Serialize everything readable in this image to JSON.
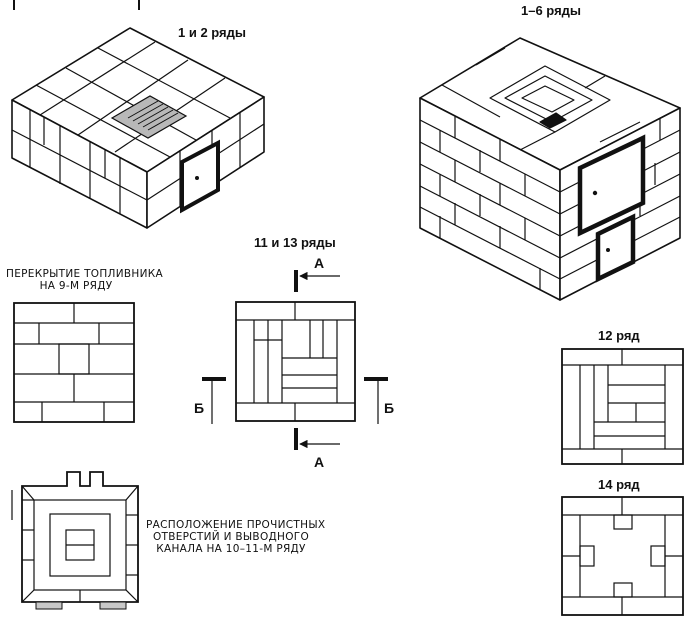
{
  "labels": {
    "rows_1_2": "1 и 2 ряды",
    "rows_1_6": "1–6 ряды",
    "rows_11_13": "11 и 13 ряды",
    "row_12": "12 ряд",
    "row_14": "14 ряд",
    "firebox_line1": "ПЕРЕКРЫТИЕ ТОПЛИВНИКА",
    "firebox_line2": "НА 9-М РЯДУ",
    "cleanout_line1": "РАСПОЛОЖЕНИЕ ПРОЧИСТНЫХ",
    "cleanout_line2": "ОТВЕРСТИЙ И ВЫВОДНОГО",
    "cleanout_line3": "КАНАЛА НА 10–11-М РЯДУ",
    "section_a_top": "А",
    "section_a_bottom": "А",
    "section_b_left": "Б",
    "section_b_right": "Б"
  },
  "colors": {
    "line": "#111111",
    "paper": "#ffffff",
    "grate": "#b8b8b8",
    "door": "#111111",
    "foot": "#c8c8c8"
  }
}
